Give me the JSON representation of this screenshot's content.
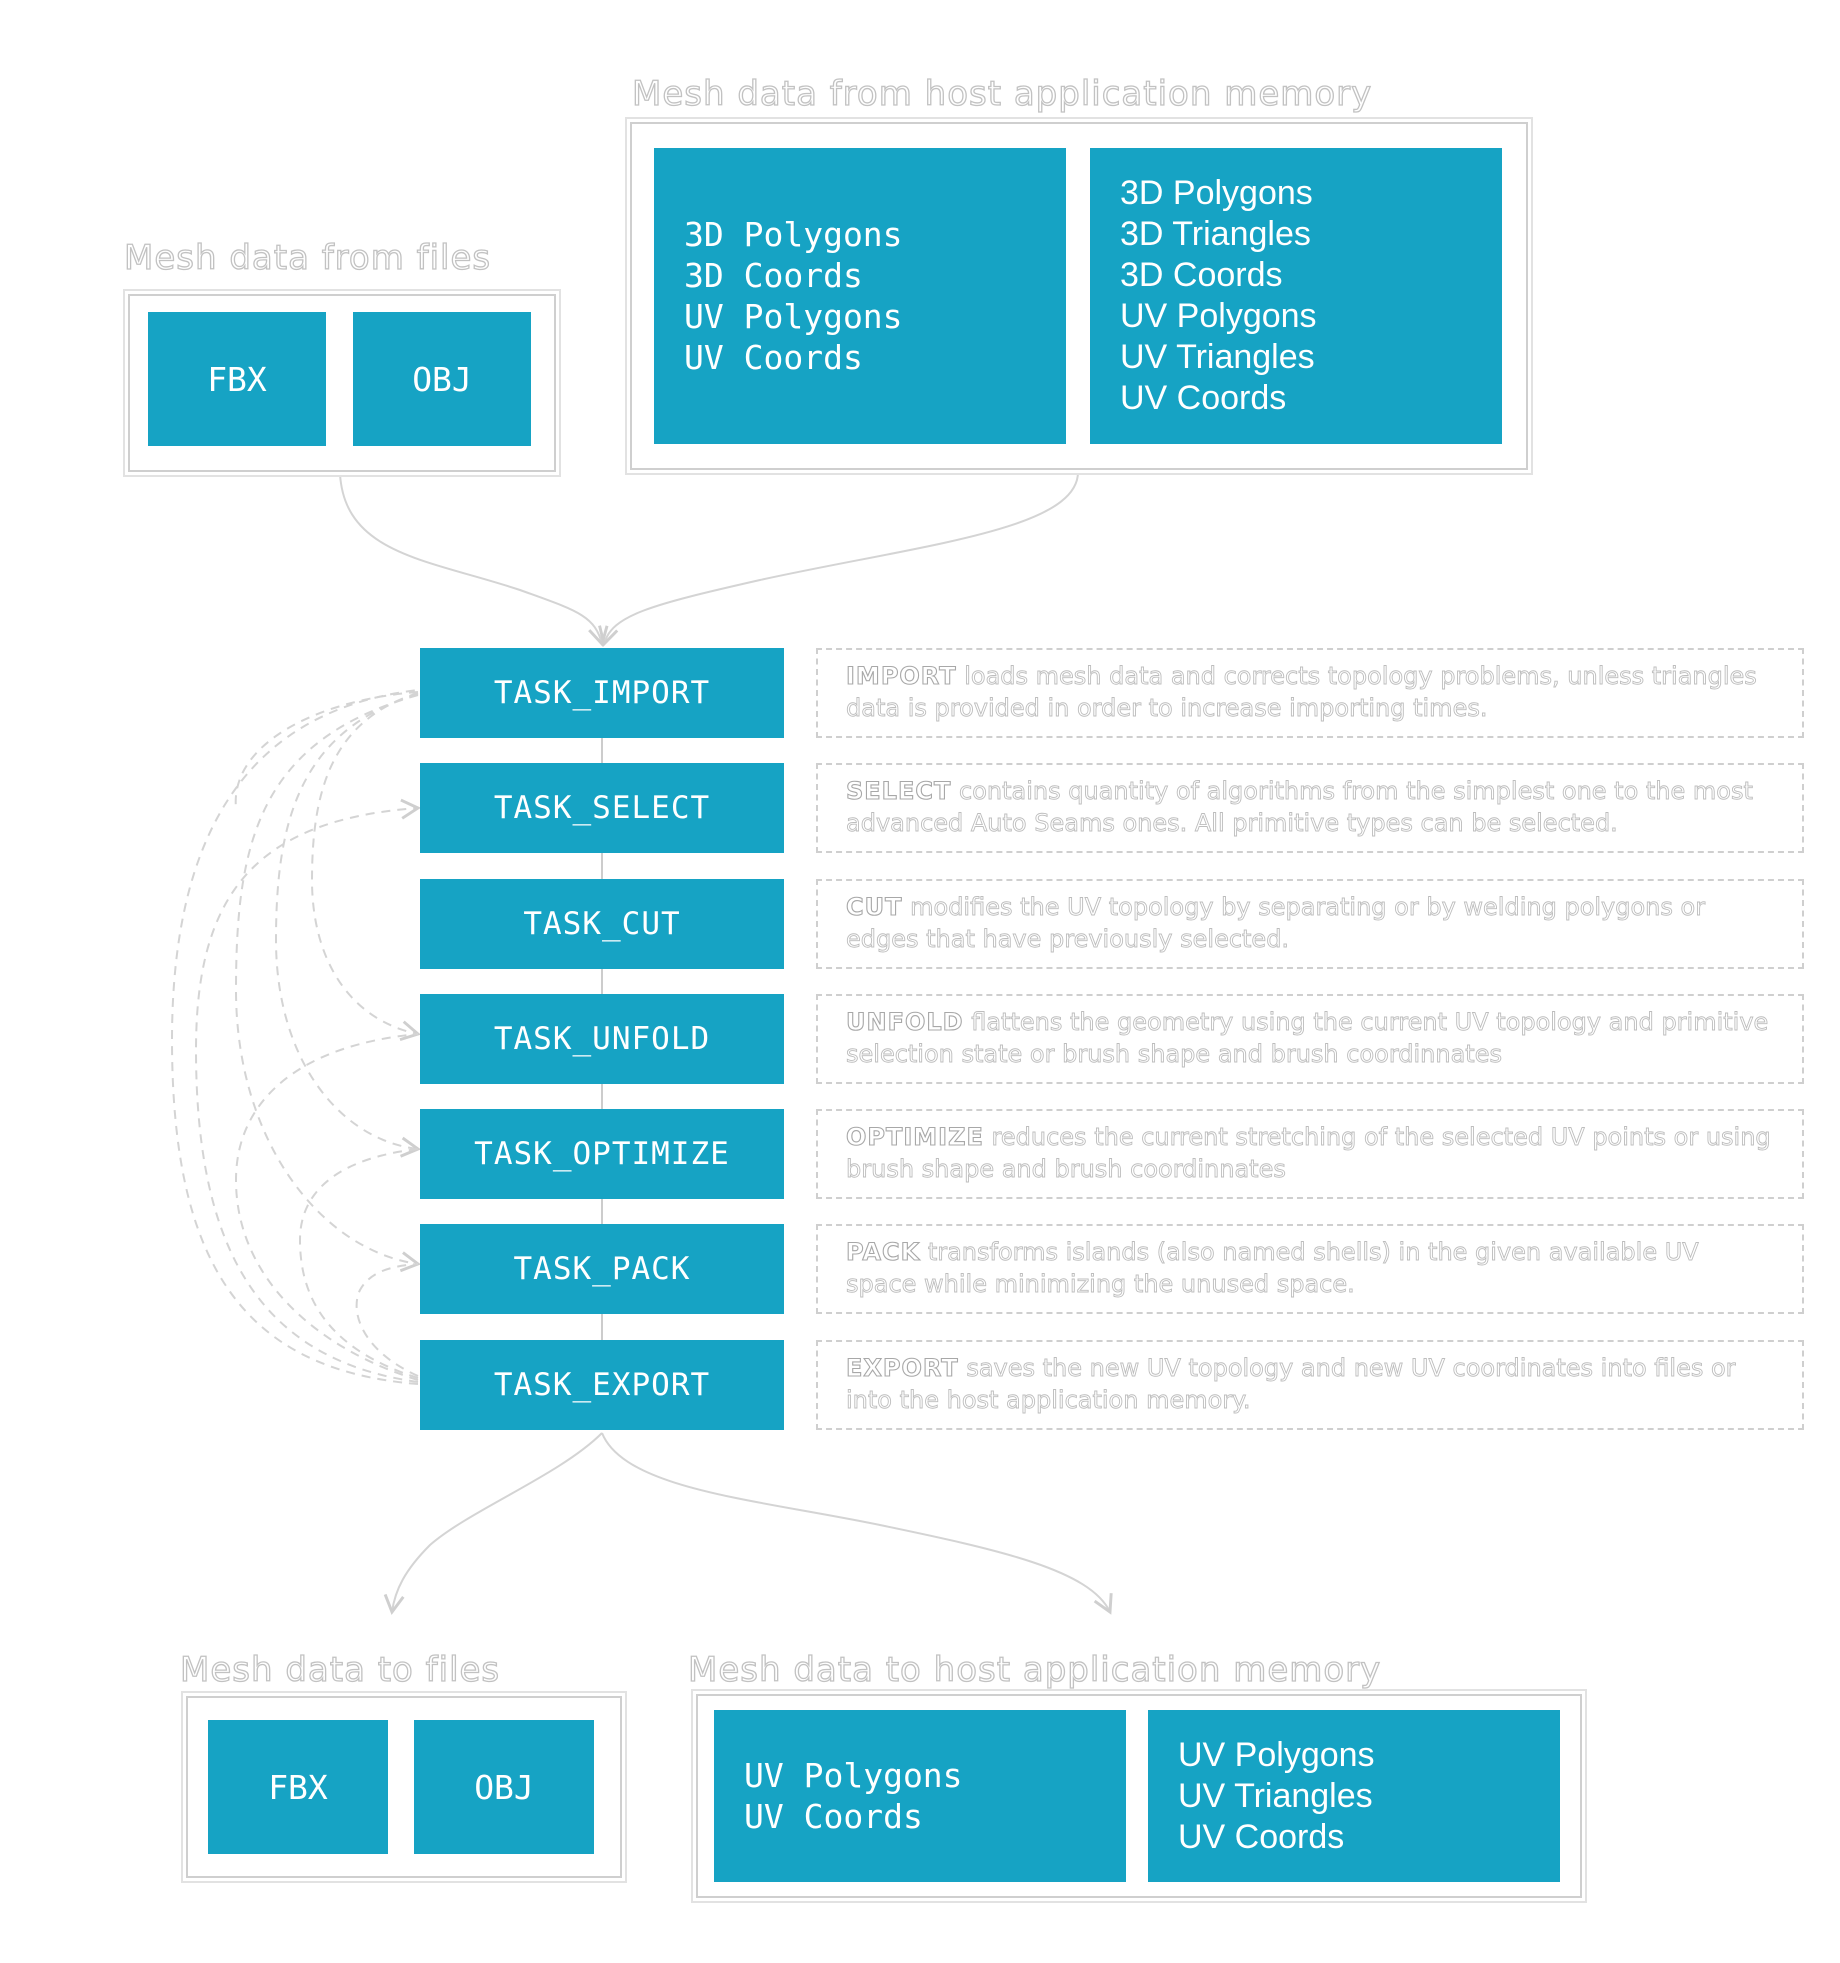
{
  "input": {
    "files": {
      "title": "Mesh data from files",
      "formats": [
        "FBX",
        "OBJ"
      ]
    },
    "memory": {
      "title": "Mesh data from host application memory",
      "option_a": [
        "3D Polygons",
        "3D Coords",
        "UV Polygons",
        "UV Coords"
      ],
      "option_b": [
        "3D Polygons",
        "3D Triangles",
        "3D Coords",
        "UV Polygons",
        "UV Triangles",
        "UV Coords"
      ]
    }
  },
  "tasks": [
    {
      "label": "TASK_IMPORT",
      "keyword": "IMPORT",
      "description": "loads mesh data and corrects topology problems, unless triangles data is provided in order to increase importing times."
    },
    {
      "label": "TASK_SELECT",
      "keyword": "SELECT",
      "description": "contains quantity of algorithms from the simplest one to the most advanced Auto Seams ones. All primitive types can be selected."
    },
    {
      "label": "TASK_CUT",
      "keyword": "CUT",
      "description": "modifies the UV topology by separating or by welding polygons or edges that have previously selected."
    },
    {
      "label": "TASK_UNFOLD",
      "keyword": "UNFOLD",
      "description": "flattens the geometry using the current UV topology and primitive selection state or brush shape and brush coordinnates"
    },
    {
      "label": "TASK_OPTIMIZE",
      "keyword": "OPTIMIZE",
      "description": "reduces the current stretching of the selected UV points or using brush shape and brush coordinnates"
    },
    {
      "label": "TASK_PACK",
      "keyword": "PACK",
      "description": "transforms islands (also named shells) in the given available UV space while minimizing the unused space."
    },
    {
      "label": "TASK_EXPORT",
      "keyword": "EXPORT",
      "description": "saves the new UV topology and new UV coordinates into files or into the host application memory."
    }
  ],
  "output": {
    "files": {
      "title": "Mesh data to files",
      "formats": [
        "FBX",
        "OBJ"
      ]
    },
    "memory": {
      "title": "Mesh data to host application memory",
      "option_a": [
        "UV Polygons",
        "UV Coords"
      ],
      "option_b": [
        "UV Polygons",
        "UV Triangles",
        "UV Coords"
      ]
    }
  },
  "colors": {
    "tile": "#16a3c4",
    "tile_text": "#ffffff",
    "outline": "#c2c2c2",
    "connector": "#cfcfcf"
  }
}
